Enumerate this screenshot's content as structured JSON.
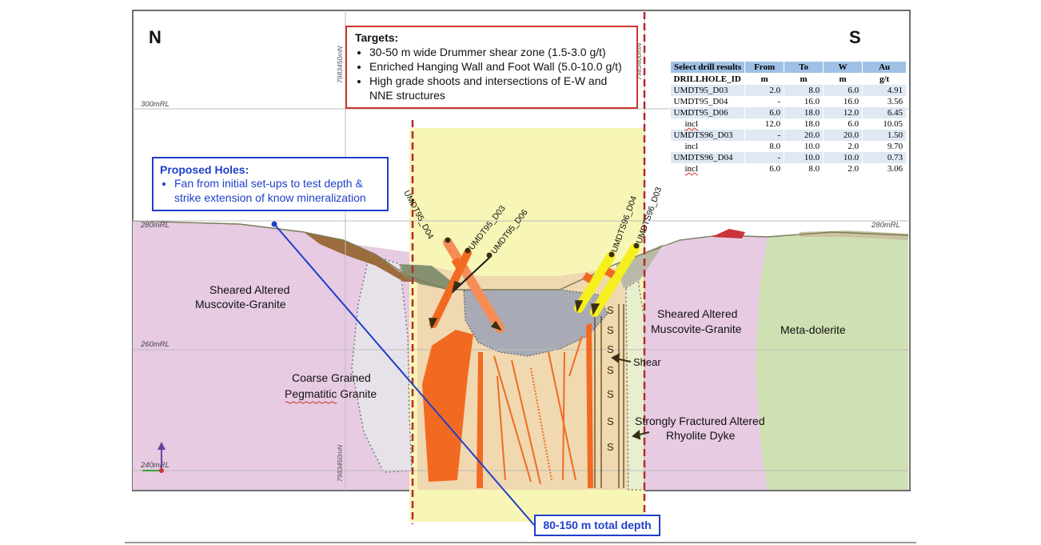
{
  "compass": {
    "north": "N",
    "south": "S"
  },
  "grid": {
    "rl_labels": [
      "300mRL",
      "280mRL",
      "260mRL",
      "240mRL"
    ],
    "rl_right_280": "280mRL",
    "easting_top_left": "7983450mN",
    "easting_top_right": "7983400mN",
    "easting_bottom": "7983450mN"
  },
  "targets": {
    "title": "Targets:",
    "items": [
      "30-50 m wide Drummer shear zone (1.5-3.0 g/t)",
      "Enriched Hanging Wall and Foot Wall (5.0-10.0 g/t)",
      "High grade shoots and intersections of E-W and NNE structures"
    ]
  },
  "proposed": {
    "title": "Proposed Holes:",
    "items": [
      "Fan from initial set-ups to test depth & strike extension of know mineralization"
    ]
  },
  "depth_label": "80-150 m total depth",
  "drill_table": {
    "headers": [
      "Select drill results",
      "From",
      "To",
      "W",
      "Au"
    ],
    "units": [
      "DRILLHOLE_ID",
      "m",
      "m",
      "m",
      "g/t"
    ],
    "rows": [
      [
        "UMDT95_D03",
        "2.0",
        "8.0",
        "6.0",
        "4.91"
      ],
      [
        "UMDT95_D04",
        "-",
        "16.0",
        "16.0",
        "3.56"
      ],
      [
        "UMDT95_D06",
        "6.0",
        "18.0",
        "12.0",
        "6.45"
      ],
      [
        "incl",
        "12.0",
        "18.0",
        "6.0",
        "10.05"
      ],
      [
        "UMDTS96_D03",
        "-",
        "20.0",
        "20.0",
        "1.50"
      ],
      [
        "incl",
        "8.0",
        "10.0",
        "2.0",
        "9.70"
      ],
      [
        "UMDTS96_D04",
        "-",
        "10.0",
        "10.0",
        "0.73"
      ],
      [
        "incl",
        "6.0",
        "8.0",
        "2.0",
        "3.06"
      ]
    ]
  },
  "holes": [
    "UMDT95_D04",
    "UMDT95_D03",
    "UMDT95_D06",
    "UMDTS96_D04",
    "UMDTS96_D03"
  ],
  "geology": {
    "granite_left_1": "Sheared Altered",
    "granite_left_2": "Muscovite-Granite",
    "pegmatite_1": "Coarse Grained",
    "pegmatite_2": "Pegmatitic Granite",
    "granite_right_1": "Sheared Altered",
    "granite_right_2": "Muscovite-Granite",
    "dolerite": "Meta-dolerite",
    "shear": "Shear",
    "rhyolite_1": "Strongly Fractured Altered",
    "rhyolite_2": "Rhyolite Dyke",
    "shear_symbol": "S"
  },
  "colors": {
    "granite": "#e6cbe3",
    "dolerite": "#cfe0b2",
    "target_zone": "#f8f6b6",
    "shear_zone": "#f0d8b0",
    "regolith": "#a8abb5",
    "ore": "#f26a21",
    "hole_95": "#f68d57",
    "hole_96": "#f5ef1e",
    "red_line": "#b5292c",
    "blue": "#1f3fc9"
  }
}
